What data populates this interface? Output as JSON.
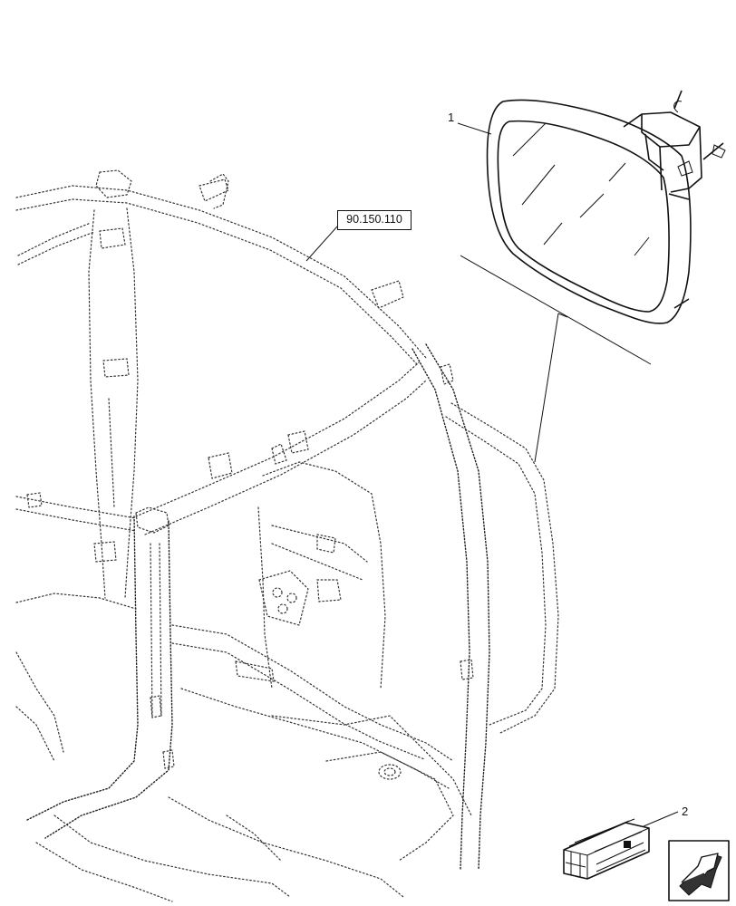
{
  "labels": {
    "reference": "90.150.110",
    "callout_1": "1",
    "callout_2": "2"
  },
  "icons": {
    "kit": "wooden-crate-icon",
    "navigation": "arrow-navigation-icon"
  }
}
